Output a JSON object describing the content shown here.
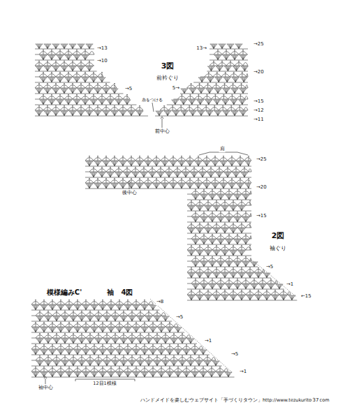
{
  "diagram": {
    "labels": [
      "3図",
      "前衿ぐり",
      "→13",
      "→10",
      "→5",
      "13→",
      "5→",
      "→25",
      "→20",
      "→15",
      "→12",
      "→11",
      "糸をつける",
      "前中心",
      "肩",
      "→25",
      "→20",
      "→15",
      "2図",
      "袖ぐり",
      "→5",
      "→1",
      "←15",
      "後中心",
      "模様編みC'",
      "袖",
      "4図",
      "→8",
      "→5",
      "→1",
      "→5",
      "→1",
      "袖中心",
      "12目1模様",
      "ハンドメイドを楽しむウェブサイト「手づくりタウン」http://www.tezukuritown.com",
      "37"
    ]
  }
}
